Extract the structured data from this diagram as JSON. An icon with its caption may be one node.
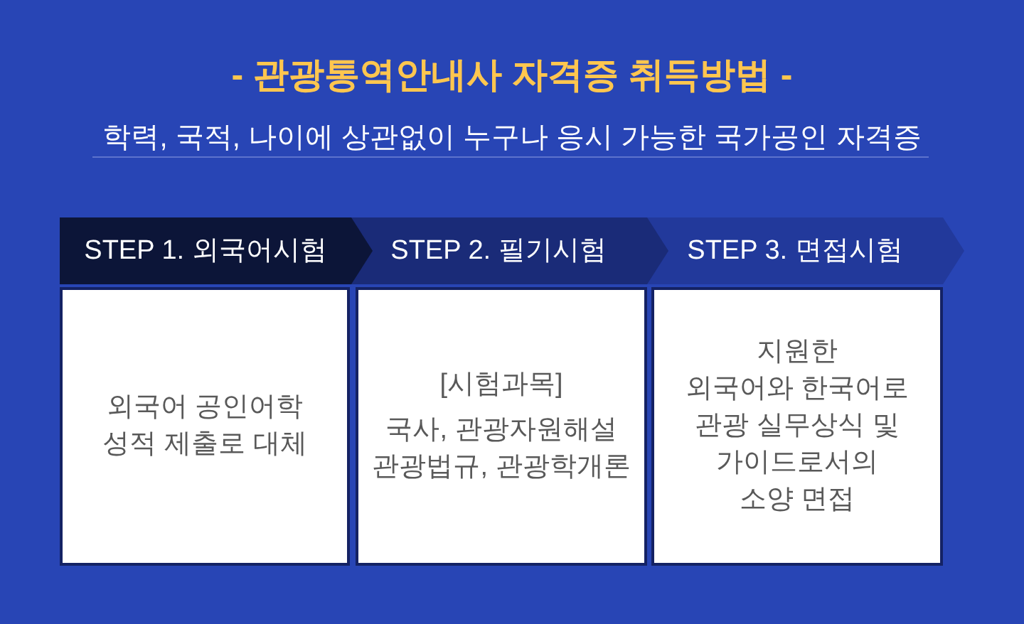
{
  "diagram": {
    "title": "- 관광통역안내사 자격증 취득방법 -",
    "nodes": [
      {
        "text": [
          "STEP 1. 외국어시험"
        ]
      },
      {
        "text": [
          "STEP 2. 필기시험"
        ]
      },
      {
        "text": [
          "STEP 3. 면접시험"
        ]
      },
      {
        "text": [
          "외국어 공인어학 성적 제출로 대체"
        ]
      },
      {
        "text": [
          "[시험과목]",
          "국사, 관광자원해설 관광법규, 관광학개론"
        ]
      },
      {
        "text": [
          "지원한 외국어와 한국어로 관광 실무상식 및 가이드로서의 소양 면접"
        ]
      }
    ],
    "labels": [
      "학력, 국적, 나이에 상관없이 누구나 응시 가능한 국가공인 자격증"
    ]
  }
}
